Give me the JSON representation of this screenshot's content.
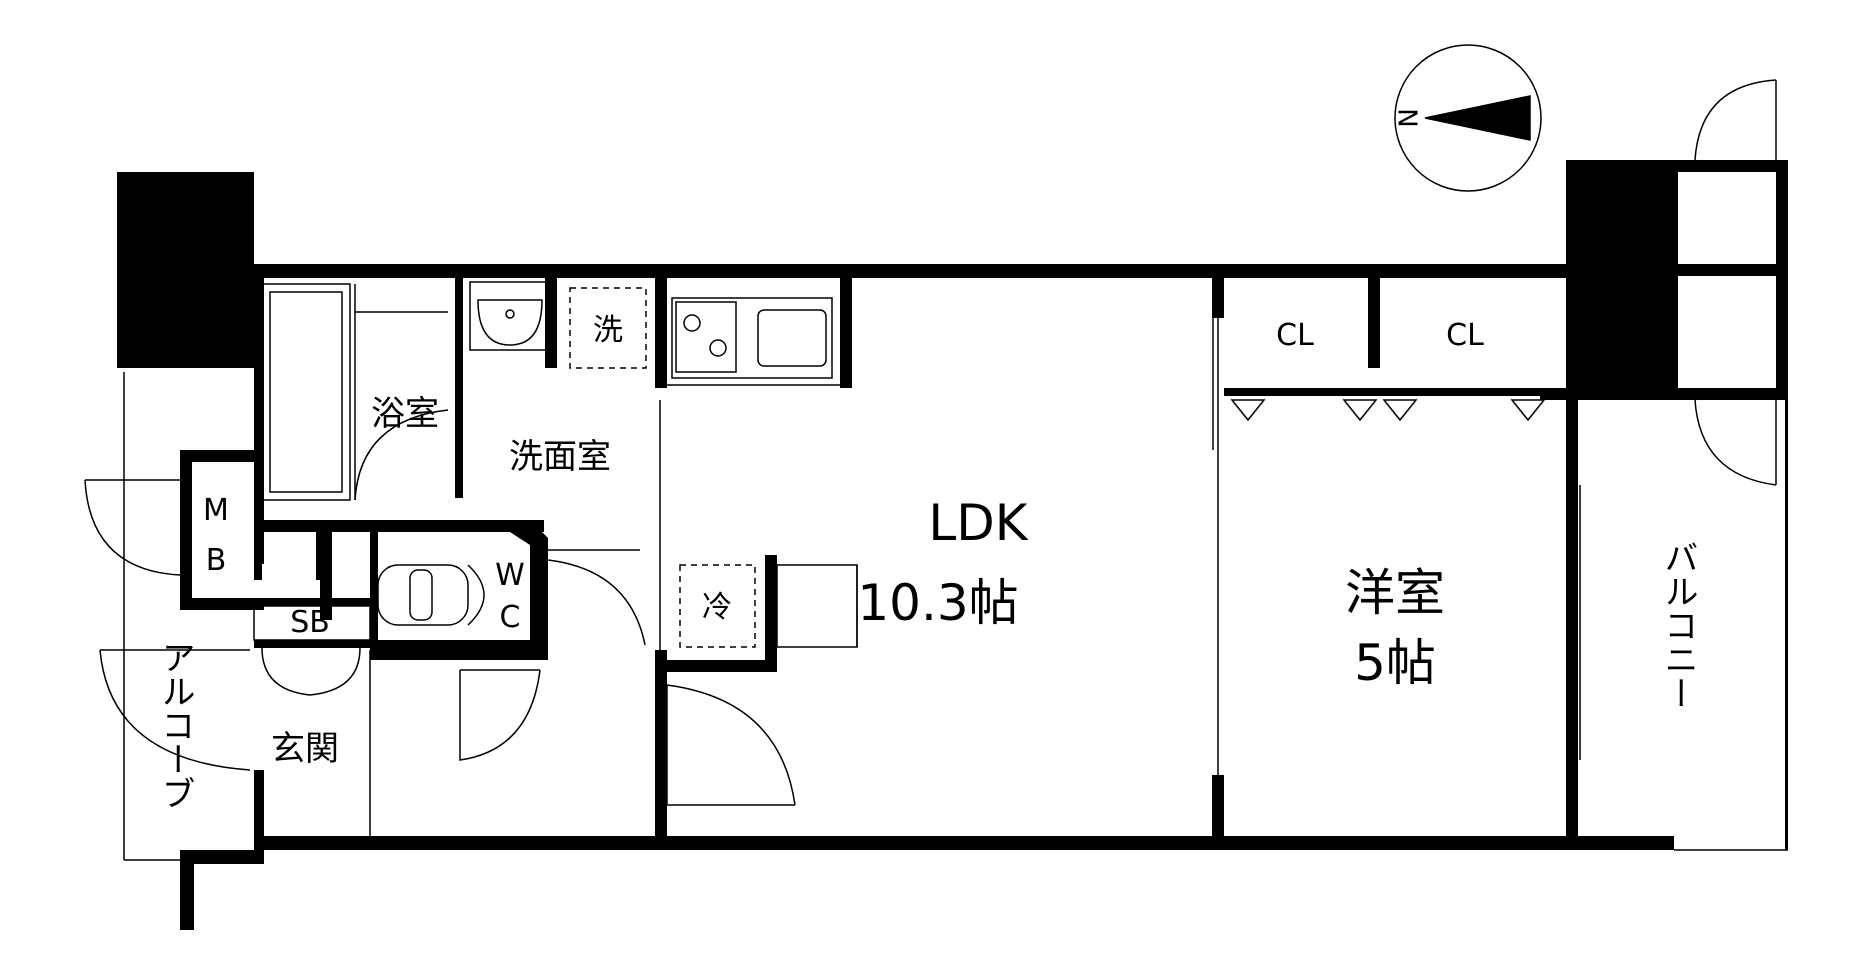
{
  "rooms": {
    "ldk_name": "LDK",
    "ldk_size": "10.3帖",
    "western_name": "洋室",
    "western_size": "5帖",
    "bath": "浴室",
    "washroom": "洗面室",
    "entrance": "玄関",
    "alcove": "アルコーブ",
    "balcony": "バルコニー",
    "wc_w": "W",
    "wc_c": "C",
    "mb_m": "M",
    "mb_b": "B",
    "sb": "SB",
    "cl1": "CL",
    "cl2": "CL",
    "washer": "洗",
    "fridge": "冷"
  },
  "compass": {
    "north": "N"
  },
  "colors": {
    "wall": "#000000",
    "background": "#ffffff"
  }
}
